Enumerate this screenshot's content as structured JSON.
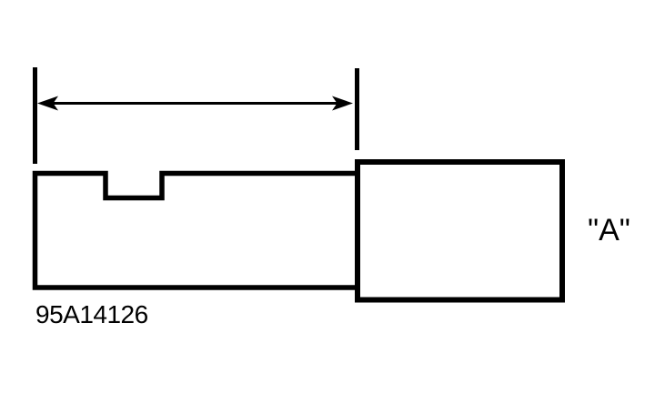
{
  "figure": {
    "label_a": "\"A\"",
    "figure_number": "95A14126",
    "line_color": "#000000",
    "background_color": "#ffffff",
    "description": "Technical line drawing of a notched part with dimension arrow indicating length to face A"
  }
}
